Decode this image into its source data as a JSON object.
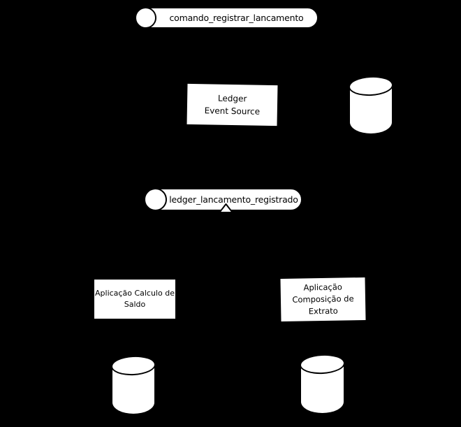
{
  "colors": {
    "background": "#000000",
    "shape_fill": "#ffffff",
    "stroke": "#000000",
    "text": "#000000"
  },
  "nodes": {
    "comando_topic": {
      "type": "queue",
      "label": "comando_registrar_lancamento"
    },
    "ledger_event_source": {
      "type": "process",
      "lines": [
        "Ledger",
        "Event Source"
      ]
    },
    "event_store_db": {
      "type": "database"
    },
    "registrado_topic": {
      "type": "queue",
      "label": "ledger_lancamento_registrado"
    },
    "aplicacao_calculo_saldo": {
      "type": "process",
      "lines": [
        "Aplicação Calculo de",
        "Saldo"
      ]
    },
    "aplicacao_composicao_extrato": {
      "type": "process",
      "lines": [
        "Aplicação",
        "Composição de",
        "Extrato"
      ]
    },
    "saldo_db": {
      "type": "database"
    },
    "extrato_db": {
      "type": "database"
    }
  }
}
